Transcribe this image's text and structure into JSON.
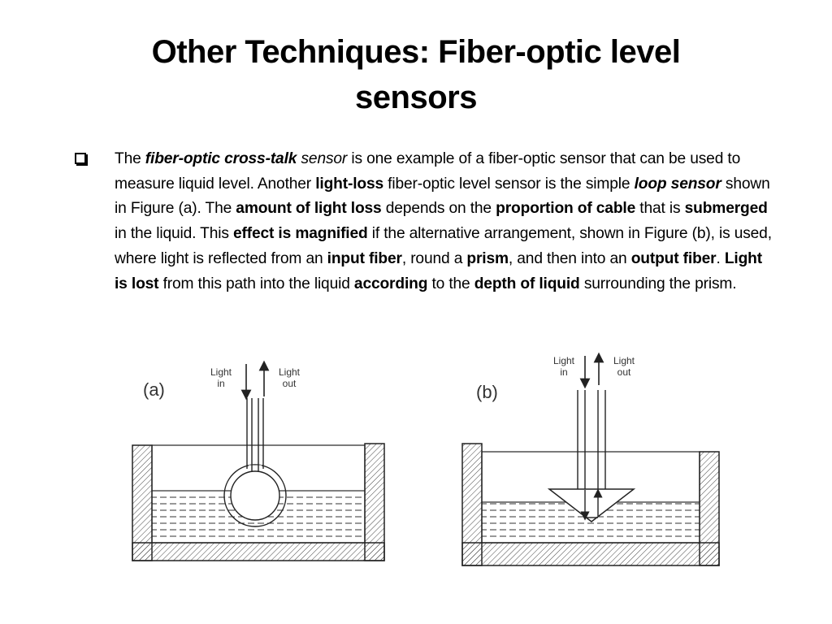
{
  "slide": {
    "title_line1": "Other Techniques: Fiber-optic level",
    "title_line2": "sensors",
    "paragraph": {
      "runs": [
        {
          "t": "The ",
          "s": ""
        },
        {
          "t": "fiber-optic cross-talk",
          "s": "bi"
        },
        {
          "t": " ",
          "s": ""
        },
        {
          "t": "sensor",
          "s": "i"
        },
        {
          "t": " is one example of a fiber-optic sensor that can be used to measure liquid level. Another ",
          "s": ""
        },
        {
          "t": "light-loss",
          "s": "b"
        },
        {
          "t": " fiber-optic level sensor is the simple ",
          "s": ""
        },
        {
          "t": "loop sensor",
          "s": "bi"
        },
        {
          "t": " shown in Figure (a). The ",
          "s": ""
        },
        {
          "t": "amount of light loss",
          "s": "b"
        },
        {
          "t": " depends on the ",
          "s": ""
        },
        {
          "t": "proportion of cable",
          "s": "b"
        },
        {
          "t": " that is ",
          "s": ""
        },
        {
          "t": "submerged",
          "s": "b"
        },
        {
          "t": " in the liquid. This ",
          "s": ""
        },
        {
          "t": "effect is magnified",
          "s": "b"
        },
        {
          "t": " if the alternative arrangement, shown in Figure (b), is used, where light is reflected from an ",
          "s": ""
        },
        {
          "t": "input fiber",
          "s": "b"
        },
        {
          "t": ", round a ",
          "s": ""
        },
        {
          "t": "prism",
          "s": "b"
        },
        {
          "t": ", and then into an ",
          "s": ""
        },
        {
          "t": "output fiber",
          "s": "b"
        },
        {
          "t": ". ",
          "s": ""
        },
        {
          "t": "Light is lost",
          "s": "b"
        },
        {
          "t": " from this path into the liquid ",
          "s": ""
        },
        {
          "t": "according",
          "s": "b"
        },
        {
          "t": " to the ",
          "s": ""
        },
        {
          "t": "depth of liquid",
          "s": "b"
        },
        {
          "t": " surrounding the prism.",
          "s": ""
        }
      ]
    },
    "figures": {
      "a": {
        "label": "(a)",
        "light_in_line1": "Light",
        "light_in_line2": "in",
        "light_out_line1": "Light",
        "light_out_line2": "out"
      },
      "b": {
        "label": "(b)",
        "light_in_line1": "Light",
        "light_in_line2": "in",
        "light_out_line1": "Light",
        "light_out_line2": "out"
      }
    }
  }
}
